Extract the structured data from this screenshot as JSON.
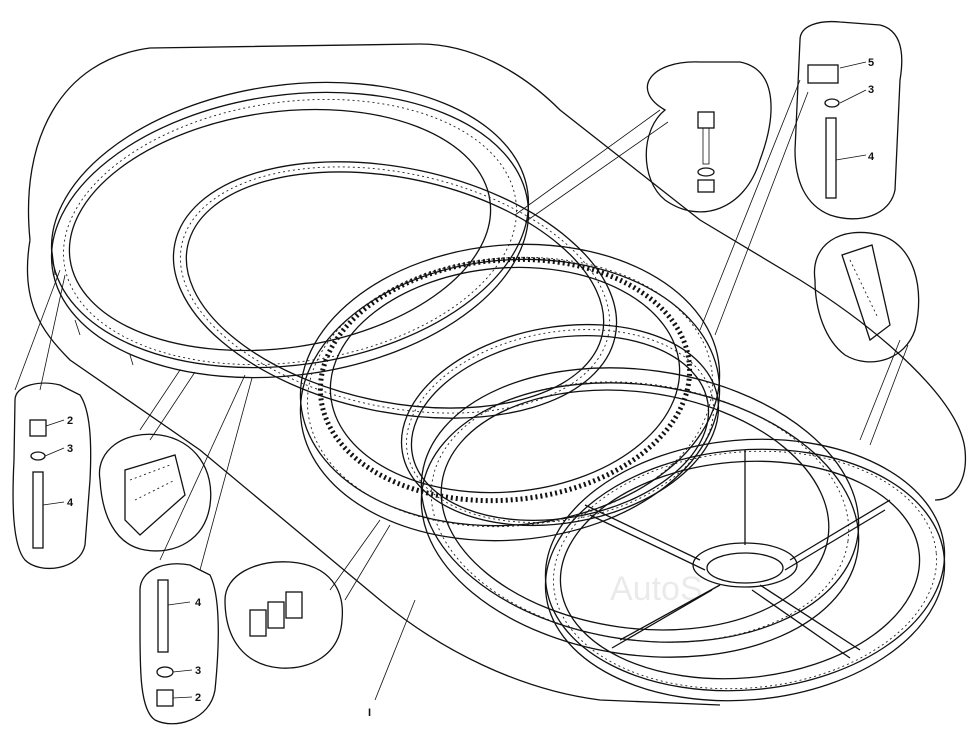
{
  "callouts": {
    "top_right": {
      "l5": "5",
      "l3": "3",
      "l4": "4"
    },
    "left": {
      "l2": "2",
      "l3": "3",
      "l4": "4"
    },
    "bottom_left": {
      "l4": "4",
      "l3": "3",
      "l2": "2"
    }
  },
  "main_label": "I",
  "watermark": "AutoS"
}
